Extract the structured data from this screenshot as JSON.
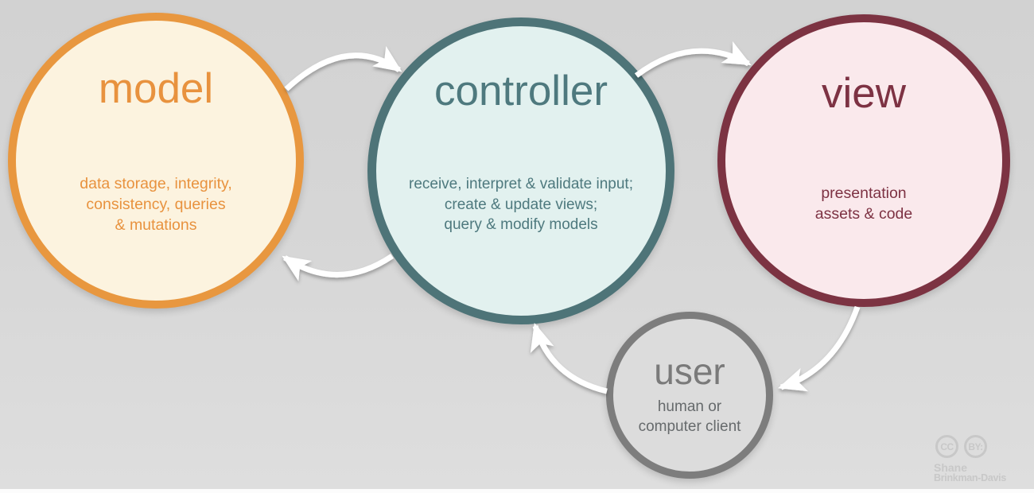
{
  "diagram_type": "mvc-architecture-cycle",
  "nodes": {
    "model": {
      "label": "model",
      "description": "data storage, integrity,\nconsistency, queries\n& mutations",
      "border_color": "#e8973f",
      "fill_color": "#fcf3df",
      "text_color": "#e8923e"
    },
    "controller": {
      "label": "controller",
      "description": "receive, interpret & validate input;\ncreate & update views;\nquery & modify models",
      "border_color": "#4e7478",
      "fill_color": "#e2f1ef",
      "text_color": "#4e797e"
    },
    "view": {
      "label": "view",
      "description": "presentation\nassets & code",
      "border_color": "#7c3342",
      "fill_color": "#fae9ec",
      "text_color": "#7d3243"
    },
    "user": {
      "label": "user",
      "description": "human or\ncomputer client",
      "border_color": "#7d7d7d",
      "fill_color": "#dcdcdc",
      "text_color": "#7a7a7a"
    }
  },
  "arrows": [
    {
      "from": "model",
      "to": "controller"
    },
    {
      "from": "controller",
      "to": "view"
    },
    {
      "from": "controller",
      "to": "model"
    },
    {
      "from": "view",
      "to": "user"
    },
    {
      "from": "user",
      "to": "controller"
    }
  ],
  "arrow_color": "#ffffff",
  "background": {
    "top": "#d2d2d2",
    "bottom": "#dedede",
    "footer_bar": "#fcfcfc"
  },
  "attribution": {
    "badge_cc": "CC",
    "badge_by": "BY:",
    "name_line1": "Shane",
    "name_line2": "Brinkman-Davis",
    "color": "#c8c8c8"
  }
}
